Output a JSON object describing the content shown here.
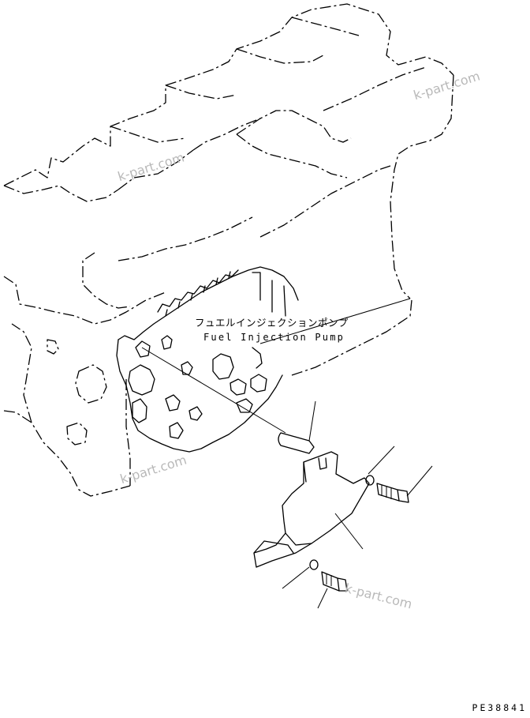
{
  "labels": {
    "part_name_jp": "フュエルインジェクションポンプ",
    "part_name_en": "Fuel Injection Pump"
  },
  "watermarks": [
    "k-part.com",
    "k-part.com",
    "k-part.com",
    "k-part.com"
  ],
  "drawing_code": "PE38841"
}
